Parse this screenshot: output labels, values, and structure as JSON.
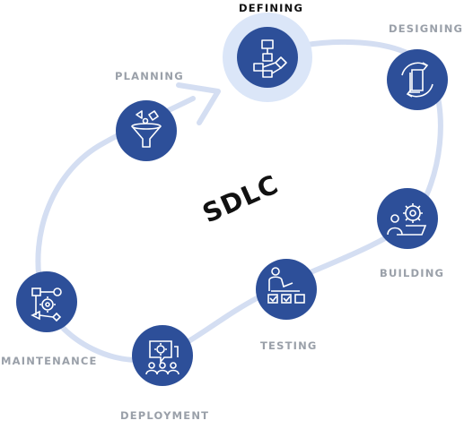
{
  "diagram": {
    "title": "SDLC",
    "colors": {
      "node": "#2d4f99",
      "node_highlight": "#dbe6f8",
      "path": "#d4def2",
      "icon": "#ffffff",
      "label": "#9aa0a9",
      "label_active": "#111111",
      "title": "#111111"
    },
    "stages": [
      {
        "label": "DEFINING",
        "icon": "flowchart-icon",
        "active": true
      },
      {
        "label": "DESIGNING",
        "icon": "document-cycle-icon",
        "active": false
      },
      {
        "label": "BUILDING",
        "icon": "developer-gear-icon",
        "active": false
      },
      {
        "label": "TESTING",
        "icon": "tester-checklist-icon",
        "active": false
      },
      {
        "label": "DEPLOYMENT",
        "icon": "team-gear-icon",
        "active": false
      },
      {
        "label": "MAINTENANCE",
        "icon": "process-gear-icon",
        "active": false
      },
      {
        "label": "PLANNING",
        "icon": "funnel-icon",
        "active": false
      }
    ]
  }
}
